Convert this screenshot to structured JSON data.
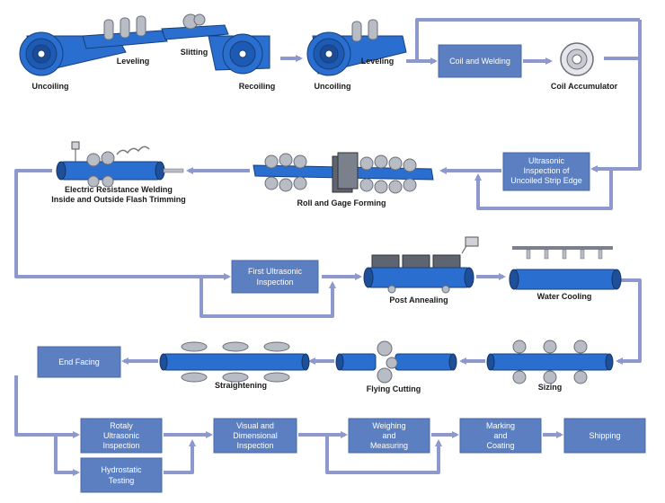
{
  "row1": {
    "uncoiling": "Uncoiling",
    "leveling": "Leveling",
    "slitting": "Slitting",
    "recoiling": "Recoiling",
    "uncoiling2": "Uncoiling",
    "leveling2": "Leveling",
    "coil_welding": "Coil and Welding",
    "coil_accumulator": "Coil Accumulator"
  },
  "row2": {
    "ultrasonic_strip": [
      "Ultrasonic",
      "Inspection of",
      "Uncoiled Strip Edge"
    ],
    "roll_gage": "Roll and Gage Forming",
    "erw": [
      "Electric Resistance Welding",
      "Inside and Outside Flash Trimming"
    ]
  },
  "row3": {
    "first_ultrasonic": [
      "First Ultrasonic",
      "Inspection"
    ],
    "post_annealing": "Post Annealing",
    "water_cooling": "Water Cooling"
  },
  "row4": {
    "end_facing": "End Facing",
    "straightening": "Straightening",
    "flying_cutting": "Flying Cutting",
    "sizing": "Sizing"
  },
  "row5": {
    "rotaly_ultrasonic": [
      "Rotaly",
      "Ultrasonic",
      "Inspection"
    ],
    "hydrostatic": [
      "Hydrostatic",
      "Testing"
    ],
    "visual_dimensional": [
      "Visual and",
      "Dimensional",
      "Inspection"
    ],
    "weighing": [
      "Weighing",
      "and",
      "Measuring"
    ],
    "marking": [
      "Marking",
      "and",
      "Coating"
    ],
    "shipping": "Shipping"
  },
  "colors": {
    "box_fill": "#5b7fc0",
    "flow_line": "#8d99cc",
    "pipe_blue": "#2a6fd0"
  }
}
